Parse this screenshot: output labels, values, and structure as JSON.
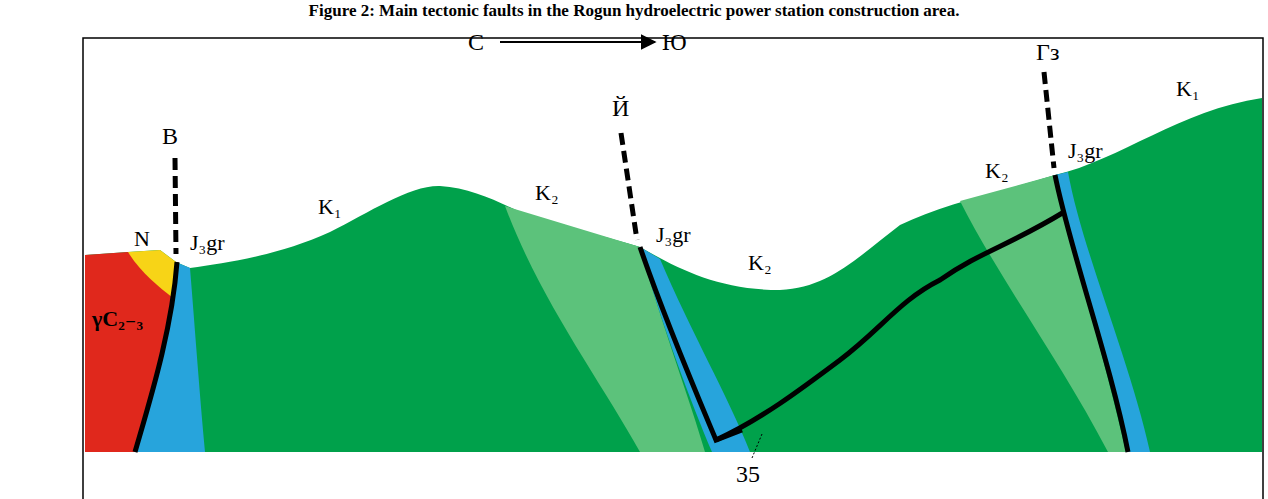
{
  "diagram": {
    "title": "Figure 2: Main tectonic faults in the Rogun hydroelectric power station construction area.",
    "labels": [
      "С",
      "Ю",
      "В",
      "Й",
      "Гз",
      "N",
      "J₃gr",
      "J₃gr",
      "J₃gr",
      "K₁",
      "K₂",
      "K₂",
      "K₂",
      "K₁",
      "γC₂₋₃",
      "35"
    ]
  }
}
